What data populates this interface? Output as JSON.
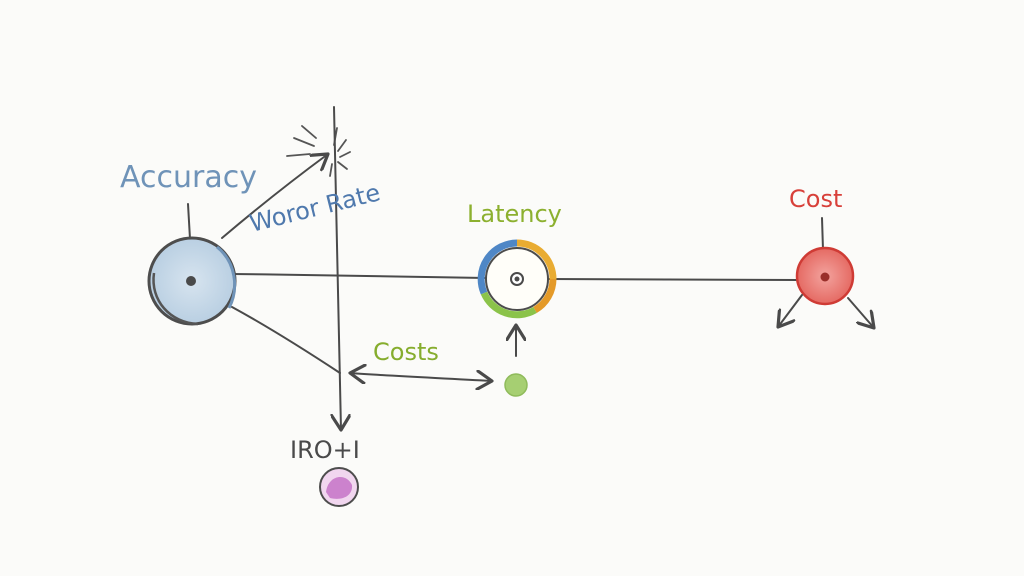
{
  "labels": {
    "accuracy": "Accuracy",
    "error_rate": "Woror Rate",
    "latency": "Latency",
    "cost": "Cost",
    "costs": "Costs",
    "bottom": "IRO+I"
  },
  "colors": {
    "accuracy": "#6f93b8",
    "accuracy_fill": "#c9dbea",
    "error_rate": "#4f79ad",
    "latency": "#8cb02f",
    "cost": "#d8403a",
    "cost_fill": "#ee8a84",
    "costs": "#86ad2e",
    "small_node": "#a3cd6e",
    "magenta_node": "#c879c9",
    "ink": "#4a4a4a"
  }
}
